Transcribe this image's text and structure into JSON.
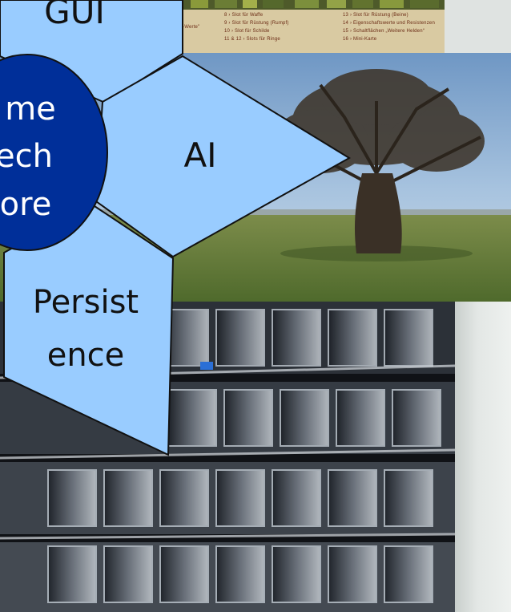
{
  "diagram": {
    "hub_label_lines": [
      "me",
      "ech",
      "ore"
    ],
    "arms": {
      "top": "GUI",
      "right": "AI",
      "bottom_lines": [
        "Persist",
        "ence"
      ]
    }
  },
  "game_ui_legend": {
    "col_left": [
      "8 › Slot für Waffe",
      "9 › Slot für Rüstung (Rumpf)",
      "10 › Slot für Schilde",
      "11 & 12 › Slots für Ringe"
    ],
    "col_right": [
      "13 › Slot für Rüstung (Beine)",
      "14 › Eigenschaftswerte und Resistenzen",
      "15 › Schaltflächen „Weitere Helden“",
      "16 › Mini-Karte"
    ],
    "clipped_left": "-Werte\""
  },
  "colors": {
    "arm_fill": "#99ccff",
    "hub_fill": "#002f99",
    "outline": "#111111",
    "text_dark": "#111111",
    "text_light": "#ffffff"
  }
}
